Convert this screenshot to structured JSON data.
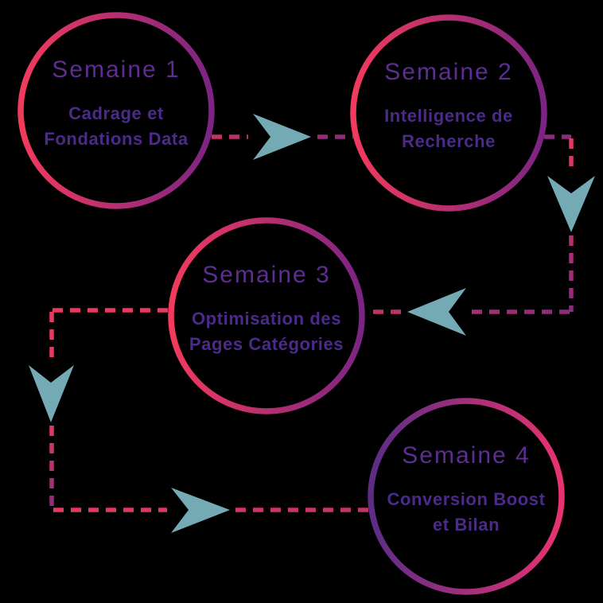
{
  "diagram": {
    "type": "flow-roadmap",
    "nodes": [
      {
        "title": "Semaine 1",
        "line1": "Cadrage et",
        "line2": "Fondations Data"
      },
      {
        "title": "Semaine 2",
        "line1": "Intelligence de",
        "line2": "Recherche"
      },
      {
        "title": "Semaine 3",
        "line1": "Optimisation des",
        "line2": "Pages Catégories"
      },
      {
        "title": "Semaine 4",
        "line1": "Conversion Boost",
        "line2": "et Bilan"
      }
    ],
    "connectors": [
      {
        "from": "Semaine 1",
        "to": "Semaine 2",
        "style": "dashed",
        "arrowhead": "teal-chevron-right"
      },
      {
        "from": "Semaine 2",
        "to": "Semaine 3",
        "style": "dashed",
        "arrowhead": "teal-chevron-down-then-left"
      },
      {
        "from": "Semaine 3",
        "to": "Semaine 4",
        "style": "dashed",
        "arrowhead": "teal-chevron-down-then-right"
      }
    ],
    "colors": {
      "background": "#000000",
      "title_text": "#5e2d91",
      "subtitle_text": "#4b2a8a",
      "arrowhead_teal": "#74aab4",
      "dash_pink": "#e8395e",
      "dash_magenta": "#c23366",
      "dash_purple": "#8c2a7d",
      "ring_pink": "#f23a5d",
      "ring_purple": "#7b2483",
      "ring_violet": "#5b2d86",
      "ring_rose": "#e83270"
    }
  }
}
